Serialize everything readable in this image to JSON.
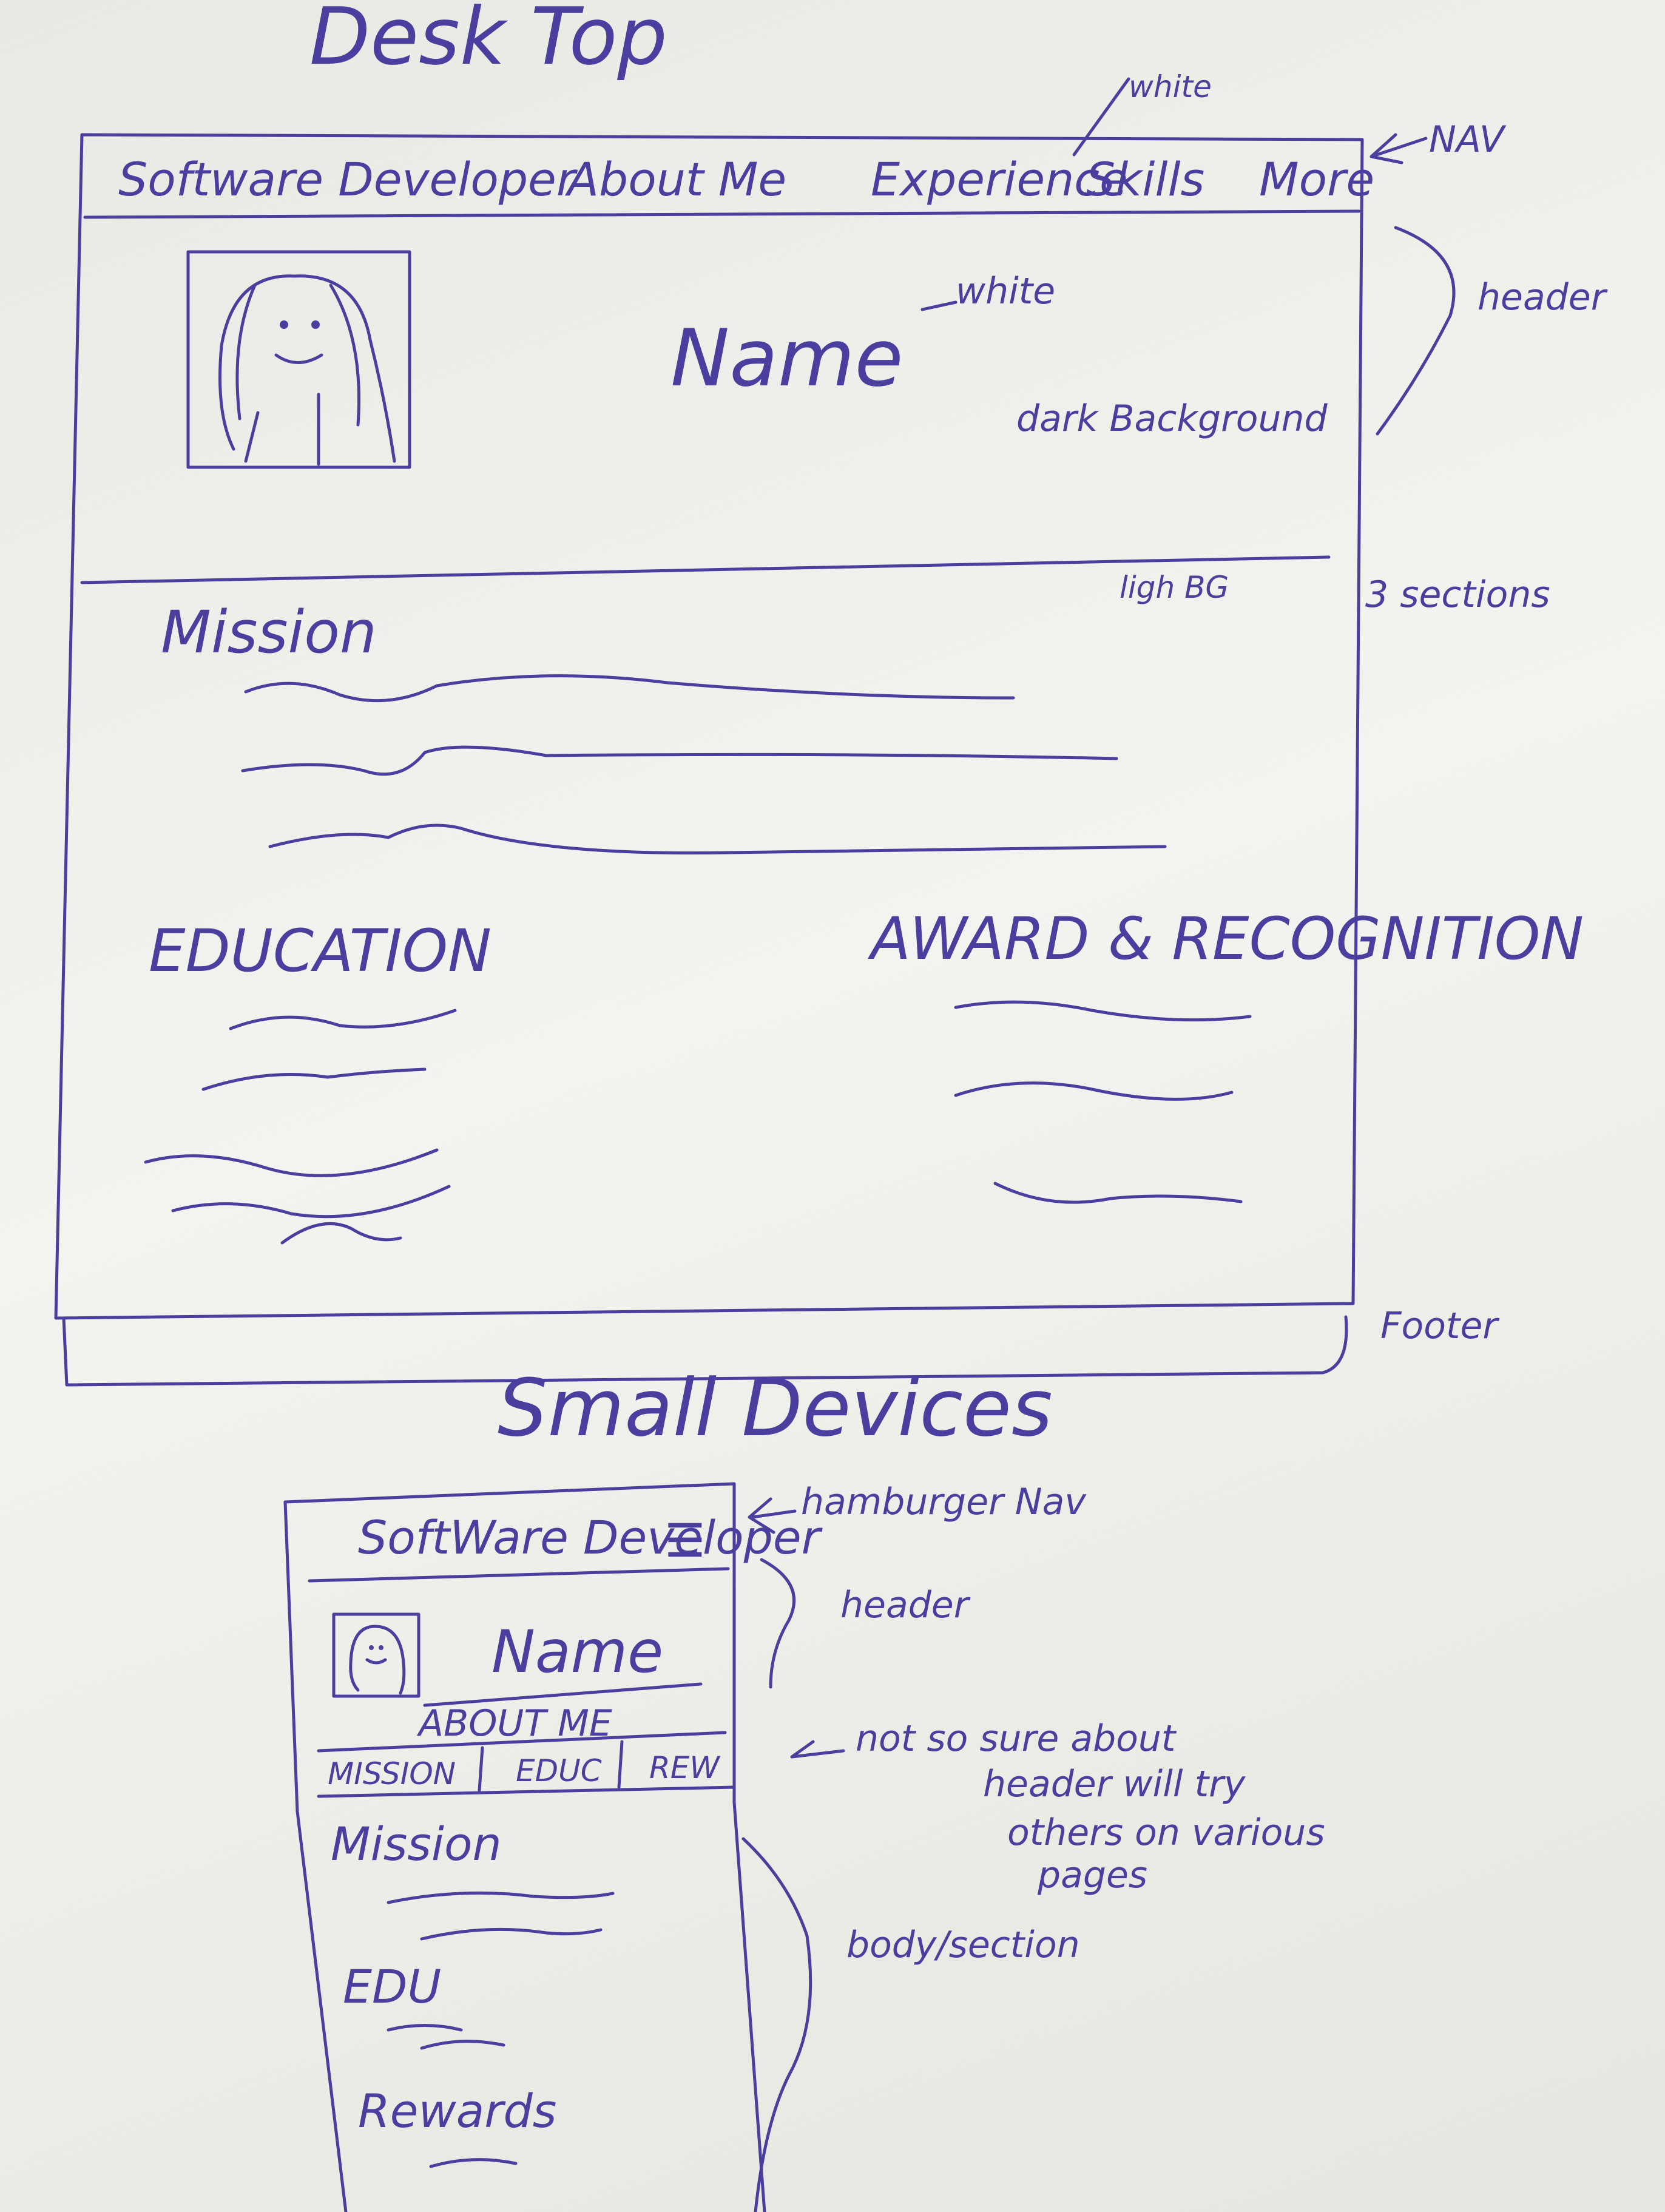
{
  "titles": {
    "desktop": "Desk Top",
    "small_devices": "Small Devices"
  },
  "desktop": {
    "nav_items": [
      "Software Developer",
      "About Me",
      "Experience",
      "Skills",
      "More"
    ],
    "name": "Name",
    "notes": {
      "white_nav": "white",
      "nav": "NAV",
      "white_name": "white",
      "dark_bg": "dark Background",
      "header": "header",
      "light_bg": "ligh BG",
      "sections": "3 sections",
      "footer": "Footer"
    },
    "sections": {
      "mission": "Mission",
      "education": "EDUCATION",
      "awards": "AWARD & RECOGNITION"
    }
  },
  "mobile": {
    "brand": "SoftWare Developer",
    "hamburger": "☰",
    "name": "Name",
    "about": "ABOUT ME",
    "tabs": [
      "MISSION",
      "EDUC",
      "REW"
    ],
    "sections": {
      "mission": "Mission",
      "edu": "EDU",
      "rewards": "Rewards"
    },
    "notes": {
      "hamburger": "hamburger Nav",
      "header": "header",
      "unsure_1": "not so sure about",
      "unsure_2": "header will try",
      "unsure_3": "others on various",
      "unsure_4": "pages",
      "body": "body/section"
    }
  }
}
